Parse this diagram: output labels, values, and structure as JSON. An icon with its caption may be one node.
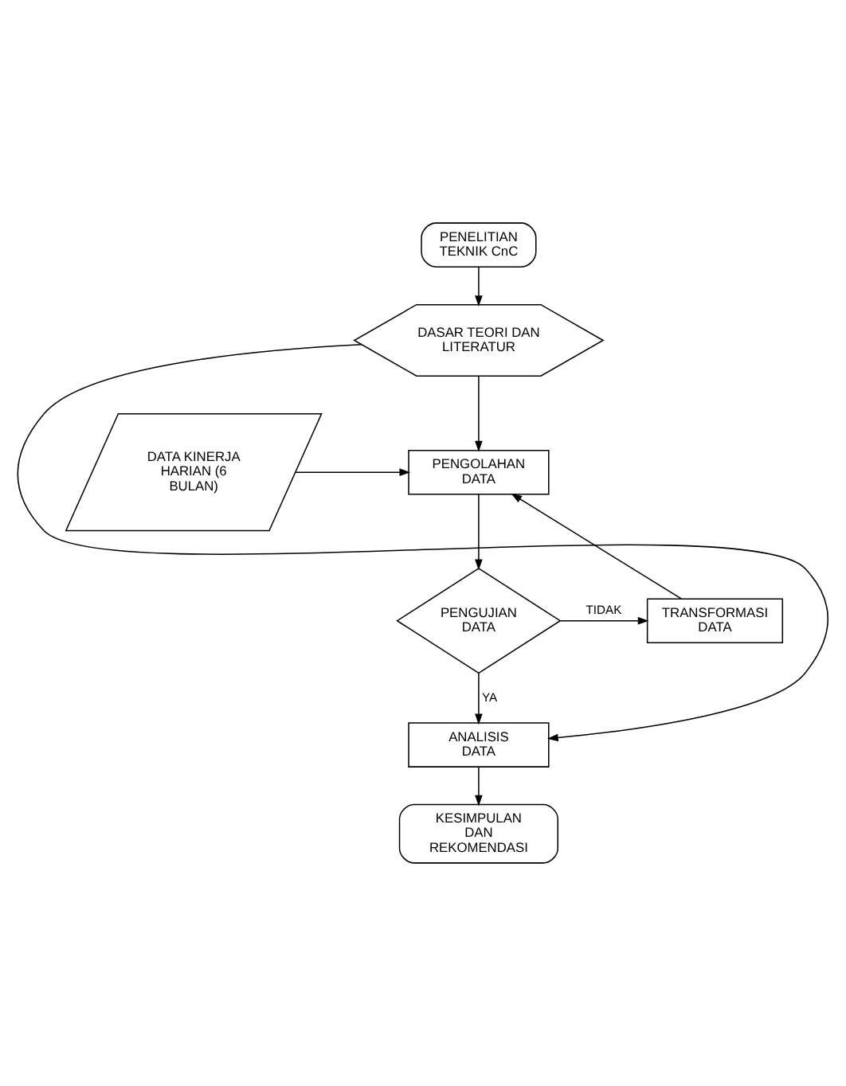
{
  "diagram": {
    "nodes": [
      {
        "text": [
          "PENELITIAN TEKNIK CnC"
        ]
      },
      {
        "text": [
          "DASAR TEORI DAN LITERATUR"
        ]
      },
      {
        "text": [
          "DATA KINERJA HARIAN (6 BULAN)"
        ]
      },
      {
        "text": [
          "PENGOLAHAN DATA"
        ]
      },
      {
        "text": [
          "TRANSFORMASI DATA"
        ]
      },
      {
        "text": [
          "PENGUJIAN DATA"
        ]
      },
      {
        "text": [
          "ANALISIS DATA"
        ]
      },
      {
        "text": [
          "KESIMPULAN DAN REKOMENDASI"
        ]
      }
    ],
    "edges": [
      {
        "from": 0,
        "to": 1,
        "arrow": "to"
      },
      {
        "from": 1,
        "to": 3,
        "arrow": "to"
      },
      {
        "from": 2,
        "to": 3,
        "arrow": "to"
      },
      {
        "from": 3,
        "to": 5,
        "arrow": "to"
      },
      {
        "from": 5,
        "to": 4,
        "arrow": "to",
        "label": "TIDAK"
      },
      {
        "from": 4,
        "to": 3,
        "arrow": "to"
      },
      {
        "from": 5,
        "to": 6,
        "arrow": "to",
        "label": "YA"
      },
      {
        "from": 6,
        "to": 7,
        "arrow": "to"
      },
      {
        "from": 1,
        "to": 6,
        "arrow": "to"
      }
    ]
  }
}
